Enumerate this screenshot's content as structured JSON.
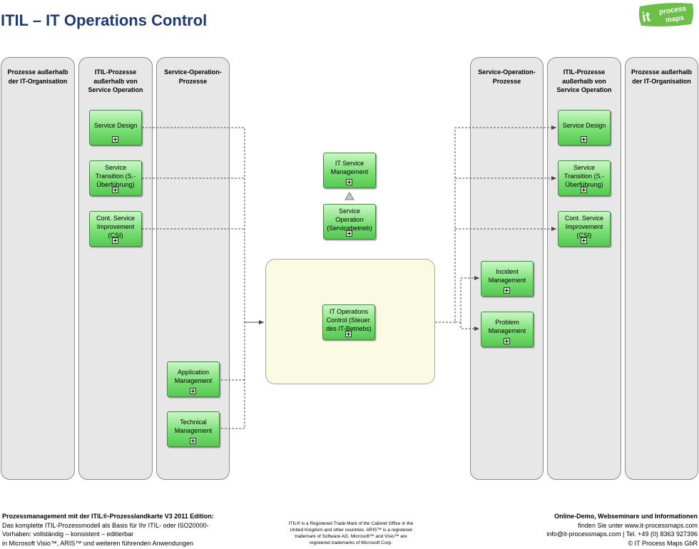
{
  "title": "ITIL – IT Operations Control",
  "logo": {
    "line1": "it",
    "line2": "process",
    "line3": "maps"
  },
  "lanes": {
    "left_outside": "Prozesse außerhalb der IT-Organisation",
    "left_itil": "ITIL-Prozesse außerhalb von Service Operation",
    "left_so": "Service-Operation-Prozesse",
    "right_so": "Service-Operation-Prozesse",
    "right_itil": "ITIL-Prozesse außerhalb von Service Operation",
    "right_outside": "Prozesse außerhalb der IT-Organisation"
  },
  "processes": {
    "left_service_design": "Service Design",
    "left_service_transition": "Service Transition (S.-Überführung)",
    "left_csi": "Cont. Service Improvement (CSI)",
    "application_management": "Application Management",
    "technical_management": "Technical Management",
    "it_service_management": "IT Service Management",
    "service_operation": "Service Operation (Servicebetrieb)",
    "it_operations_control": "IT Operations Control (Steuer. des IT-Betriebs)",
    "incident_management": "Incident Management",
    "problem_management": "Problem Management",
    "right_service_design": "Service Design",
    "right_service_transition": "Service Transition (S.-Überführung)",
    "right_csi": "Cont. Service Improvement (CSI)"
  },
  "footer": {
    "left_heading": "Prozessmanagement mit der ITIL®-Prozesslandkarte V3 2011 Edition:",
    "left_line1": "Das komplette ITIL-Prozessmodell als Basis für Ihr ITIL- oder ISO20000-",
    "left_line2": "Vorhaben: vollständig – konsistent – editierbar",
    "left_line3": "in Microsoft Visio™, ARIS™ und weiteren führenden Anwendungen",
    "mid_line1": "ITIL® is a Registered Trade Mark of the Cabinet Office in the",
    "mid_line2": "United Kingdom and other countries. ARIS™ is a registered",
    "mid_line3": "trademark of Software AG. Microsoft™ and Visio™ are",
    "mid_line4": "registered trademarks of Microsoft Corp.",
    "right_heading": "Online-Demo, Webseminare und Informationen",
    "right_line1": "finden Sie unter www.it-processmaps.com",
    "right_line2": "info@it-processmaps.com | Tel. +49 (0) 8363 927396",
    "right_line3": "© IT Process Maps GbR"
  },
  "colors": {
    "process_fill": "#7be076",
    "lane_fill": "#e7e7e7",
    "center_fill": "#fbfbe4",
    "title": "#1f3b73",
    "logo": "#6cc04a"
  }
}
